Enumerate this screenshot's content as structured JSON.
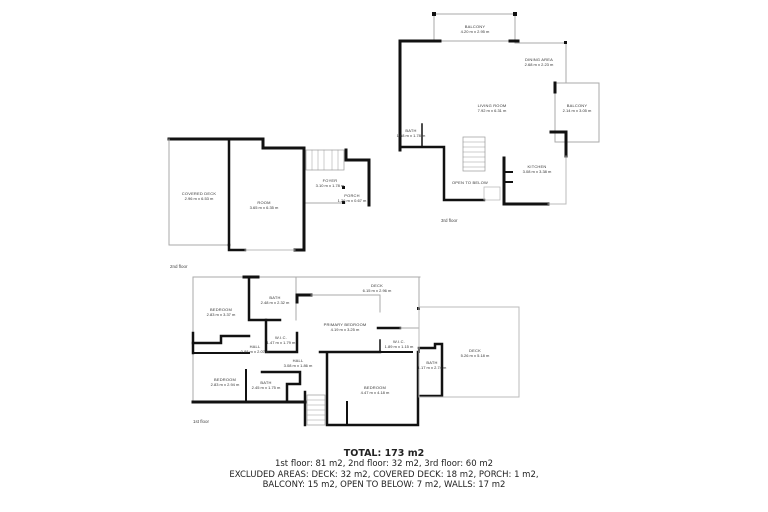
{
  "floors": [
    {
      "name": "3rd floor",
      "rooms": [
        {
          "name": "BALCONY",
          "dims": "4.20 m x 2.95 m"
        },
        {
          "name": "DINING AREA",
          "dims": "2.68 m x 2.23 m"
        },
        {
          "name": "LIVING ROOM",
          "dims": "7.92 m x 6.31 m"
        },
        {
          "name": "BALCONY",
          "dims": "2.14 m x 3.05 m"
        },
        {
          "name": "BATH",
          "dims": "1.68 m x 1.78 m"
        },
        {
          "name": "KITCHEN",
          "dims": "3.08 m x 3.38 m"
        },
        {
          "name": "OPEN TO BELOW",
          "dims": ""
        }
      ]
    },
    {
      "name": "2nd floor",
      "rooms": [
        {
          "name": "COVERED DECK",
          "dims": "2.96 m x 6.53 m"
        },
        {
          "name": "ROOM",
          "dims": "3.65 m x 6.35 m"
        },
        {
          "name": "FOYER",
          "dims": "3.10 m x 1.78 m"
        },
        {
          "name": "PORCH",
          "dims": "1.26 m x 0.67 m"
        }
      ]
    },
    {
      "name": "1st floor",
      "rooms": [
        {
          "name": "BEDROOM",
          "dims": "2.83 m x 3.37 m"
        },
        {
          "name": "BATH",
          "dims": "2.48 m x 2.32 m"
        },
        {
          "name": "DECK",
          "dims": "6.15 m x 2.96 m"
        },
        {
          "name": "W.I.C.",
          "dims": "1.47 m x 1.79 m"
        },
        {
          "name": "PRIMARY BEDROOM",
          "dims": "4.19 m x 3.25 m"
        },
        {
          "name": "W.I.C.",
          "dims": "1.89 m x 1.15 m"
        },
        {
          "name": "HALL",
          "dims": "0.88 m x 2.07 m"
        },
        {
          "name": "HALL",
          "dims": "3.08 m x 1.86 m"
        },
        {
          "name": "BEDROOM",
          "dims": "2.83 m x 2.94 m"
        },
        {
          "name": "BATH",
          "dims": "2.45 m x 1.75 m"
        },
        {
          "name": "BEDROOM",
          "dims": "4.47 m x 4.18 m"
        },
        {
          "name": "BATH",
          "dims": "1.17 m x 2.74 m"
        },
        {
          "name": "DECK",
          "dims": "5.26 m x 5.18 m"
        }
      ]
    }
  ],
  "summary": {
    "total": "TOTAL: 173 m2",
    "floors_line": "1st floor: 81 m2, 2nd floor: 32 m2, 3rd floor: 60 m2",
    "excluded_line1": "EXCLUDED AREAS: DECK: 32 m2, COVERED DECK: 18 m2, PORCH: 1 m2,",
    "excluded_line2": "BALCONY: 15 m2, OPEN TO BELOW: 7 m2, WALLS: 17 m2"
  },
  "colors": {
    "wall": "#111111",
    "thin_wall": "#9a9a9a",
    "window": "#cfcfcf",
    "background": "#ffffff"
  }
}
